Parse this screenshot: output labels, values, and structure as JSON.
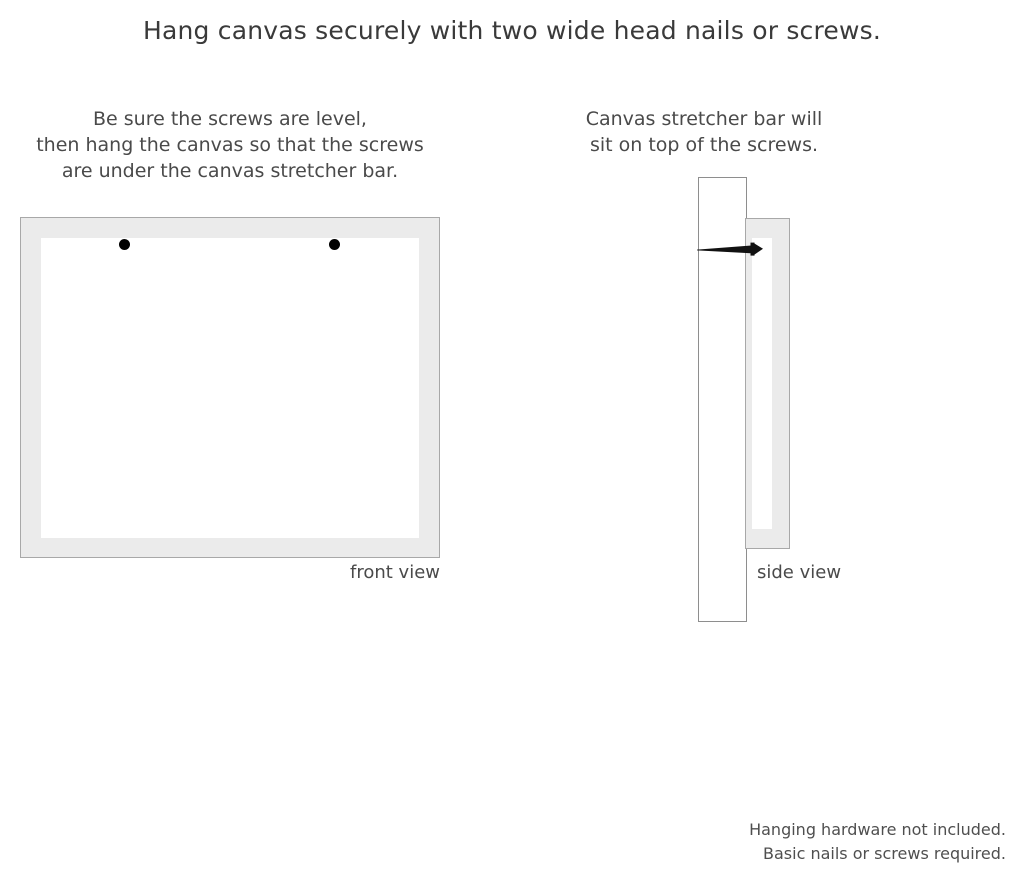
{
  "page": {
    "background_color": "#ffffff",
    "title": "Hang canvas securely with two wide head nails or screws."
  },
  "captions": {
    "left": {
      "line1": "Be sure the screws are level,",
      "line2": "then hang the canvas so that the screws",
      "line3": "are under the canvas stretcher bar."
    },
    "right": {
      "line1": "Canvas stretcher bar will",
      "line2": "sit on top of the screws."
    }
  },
  "front_view": {
    "label": "front view",
    "frame_color": "#ebebeb",
    "frame_border_color": "#a8a8a8",
    "inner_color": "#ffffff",
    "screw_color": "#000000",
    "screws": [
      {
        "name": "left-screw-marker"
      },
      {
        "name": "right-screw-marker"
      }
    ]
  },
  "side_view": {
    "label": "side view",
    "wall_color": "#ffffff",
    "wall_border_color": "#8e8e8e",
    "canvas_color": "#ebebeb",
    "canvas_border_color": "#a8a8a8",
    "stretcher_void_color": "#ffffff",
    "screw_color": "#111111"
  },
  "footer": {
    "line1": "Hanging hardware not included.",
    "line2": "Basic nails or screws required."
  }
}
